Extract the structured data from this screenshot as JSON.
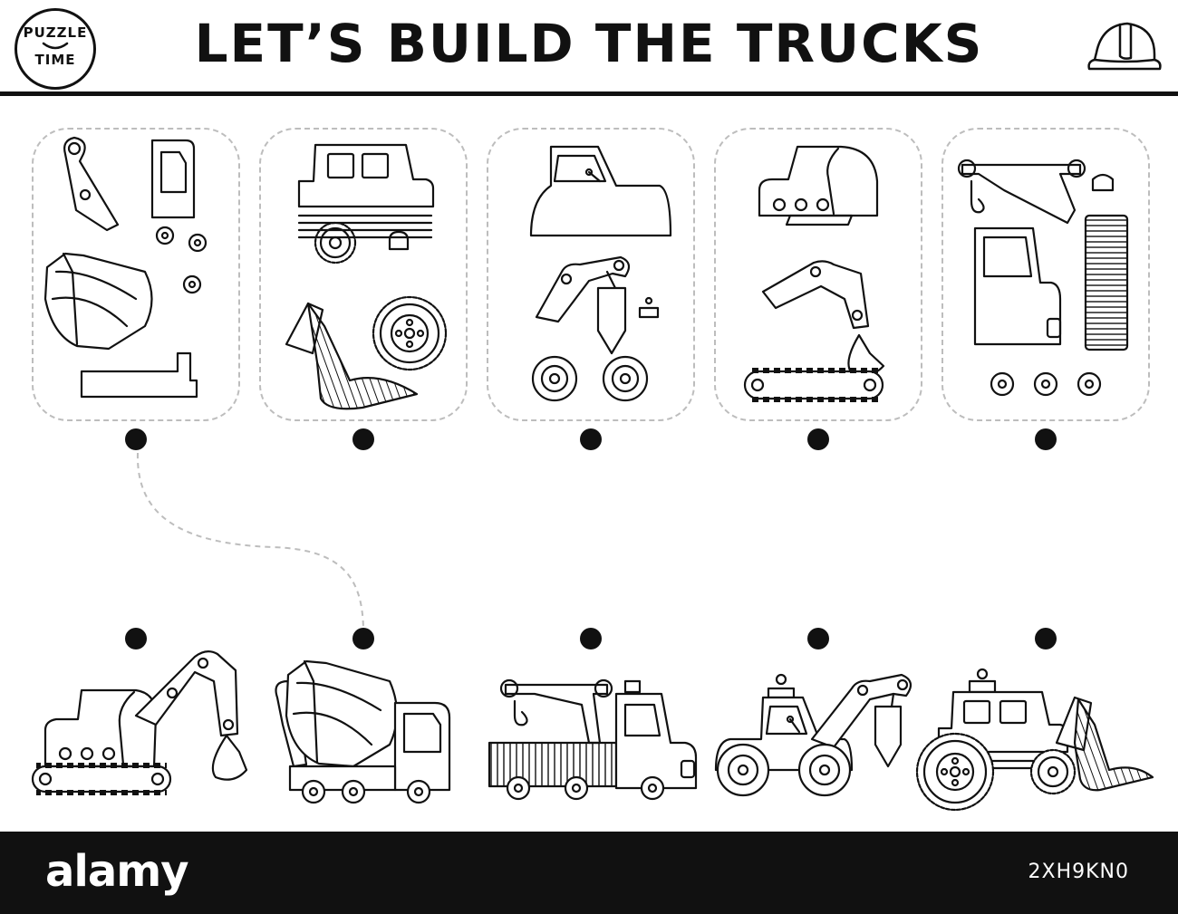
{
  "badge": {
    "line1": "PUZZLE",
    "line2": "TIME"
  },
  "title": "LET’S BUILD THE TRUCKS",
  "header_icon": "hard-hat-icon",
  "cards": [
    {
      "name": "card-mixer-parts",
      "vehicle": "cement-mixer"
    },
    {
      "name": "card-loader-parts",
      "vehicle": "wheel-loader"
    },
    {
      "name": "card-drill-parts",
      "vehicle": "drill-tractor"
    },
    {
      "name": "card-excavator-parts",
      "vehicle": "excavator"
    },
    {
      "name": "card-crane-parts",
      "vehicle": "crane-truck"
    }
  ],
  "answers": [
    {
      "name": "answer-excavator",
      "icon": "excavator-icon"
    },
    {
      "name": "answer-cement-mixer",
      "icon": "cement-mixer-icon"
    },
    {
      "name": "answer-crane-truck",
      "icon": "crane-truck-icon"
    },
    {
      "name": "answer-drill-tractor",
      "icon": "drill-tractor-icon"
    },
    {
      "name": "answer-wheel-loader",
      "icon": "wheel-loader-icon"
    }
  ],
  "example_link": {
    "from": "card-mixer-parts",
    "to": "answer-cement-mixer"
  },
  "footer": {
    "brand": "alamy",
    "id": "2XH9KN0"
  },
  "colors": {
    "ink": "#111111",
    "dashed": "#bdbdbd",
    "hatch": "#555555",
    "background": "#ffffff"
  }
}
